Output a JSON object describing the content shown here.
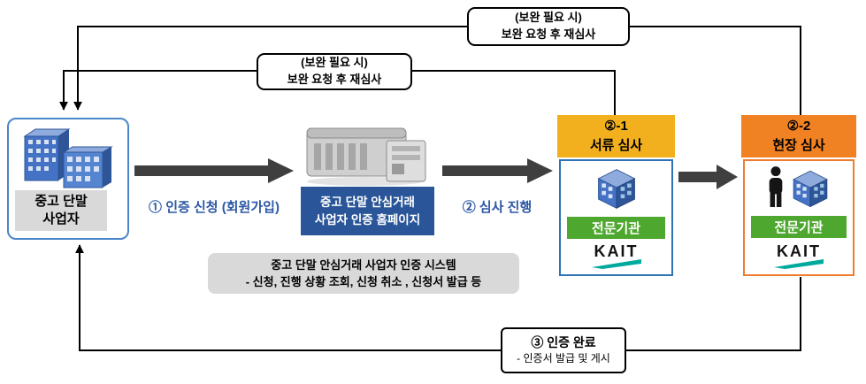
{
  "colors": {
    "accent_blue": "#2B57A5",
    "portal_bg": "#2A5699",
    "doc_review_header": "#F2B01E",
    "field_review_header": "#F08223",
    "org_green": "#4EA72E",
    "kait_teal": "#00A99D",
    "gray_box": "#D9D9D9",
    "arrow_gray": "#3F3F3F",
    "applicant_border": "#4A86C8"
  },
  "icons": {
    "applicant": "buildings-icon",
    "portal": "server-icon",
    "org": "building-cube-icon",
    "inspector": "person-icon"
  },
  "loops": {
    "top": {
      "line1": "(보완 필요 시)",
      "line2": "보완 요청 후 재심사"
    },
    "mid": {
      "line1": "(보완 필요 시)",
      "line2": "보완 요청 후 재심사"
    }
  },
  "applicant": {
    "label": "중고 단말\n사업자"
  },
  "flow": {
    "step1_label": "① 인증 신청 (회원가입)",
    "step2_label": "② 심사 진행"
  },
  "portal": {
    "label": "중고 단말 안심거래\n사업자 인증 홈페이지"
  },
  "doc_review": {
    "header": "②-1\n서류 심사",
    "org": "전문기관",
    "logo": "KAIT"
  },
  "field_review": {
    "header": "②-2\n현장 심사",
    "org": "전문기관",
    "logo": "KAIT"
  },
  "system": {
    "line1": "중고 단말 안심거래 사업자 인증 시스템",
    "line2": "- 신청, 진행 상황 조회, 신청 취소 , 신청서 발급 등"
  },
  "complete": {
    "line1": "③ 인증 완료",
    "line2": "- 인증서 발급 및 게시"
  }
}
